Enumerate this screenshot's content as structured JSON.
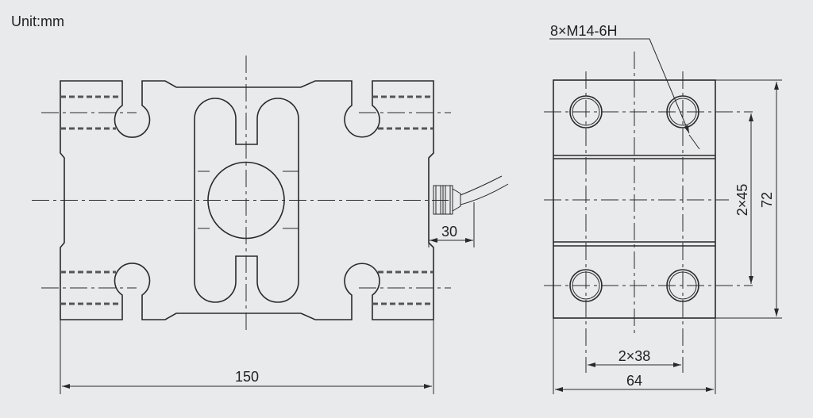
{
  "unit_label": "Unit:mm",
  "front_view": {
    "width_dim": "150",
    "connector_dim": "30"
  },
  "side_view": {
    "thread_callout": "8×M14-6H",
    "hole_spacing_vertical": "2×45",
    "height_dim": "72",
    "hole_spacing_horizontal": "2×38",
    "width_dim": "64"
  },
  "colors": {
    "background": "#e9eaec",
    "line": "#2a2a2a"
  }
}
